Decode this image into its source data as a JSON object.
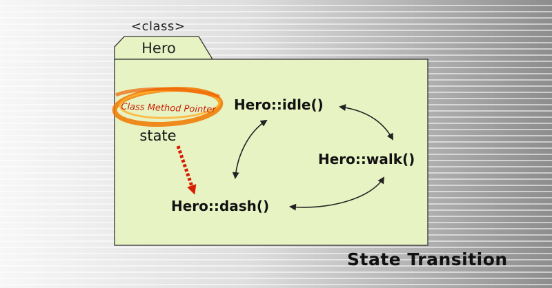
{
  "class_box": {
    "stereotype": "<class>",
    "name": "Hero",
    "fill_color": "#e8f3c4",
    "border_color": "#333333"
  },
  "pointer": {
    "label": "Class Method Pointer",
    "field": "state",
    "accent_color": "#e65f00"
  },
  "states": {
    "idle": "Hero::idle()",
    "walk": "Hero::walk()",
    "dash": "Hero::dash()"
  },
  "title": "State Transition"
}
